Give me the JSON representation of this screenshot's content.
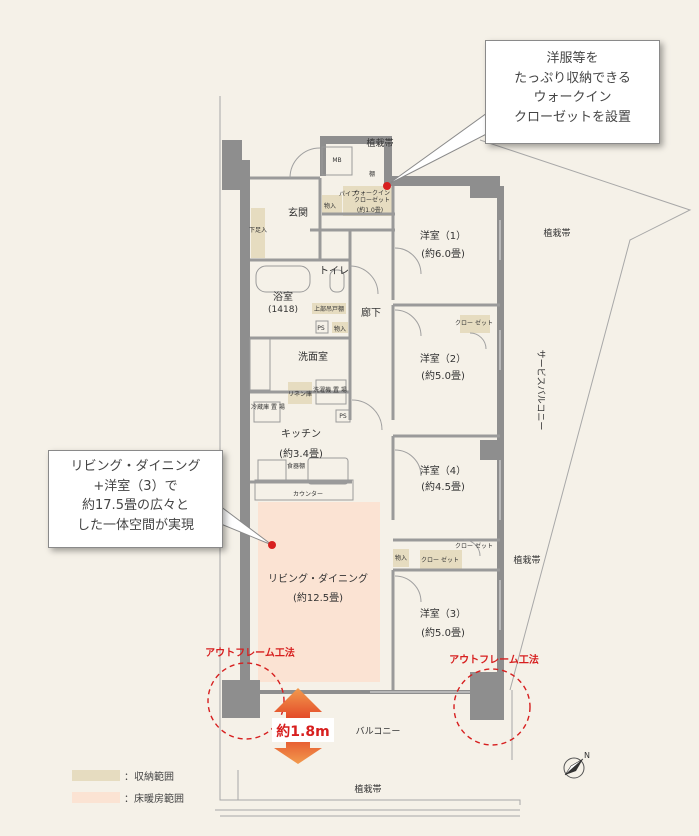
{
  "plan": {
    "rooms": {
      "western1": {
        "name": "洋室（1）",
        "size": "(約6.0畳)"
      },
      "western2": {
        "name": "洋室（2）",
        "size": "(約5.0畳)"
      },
      "western3": {
        "name": "洋室（3）",
        "size": "(約5.0畳)"
      },
      "western4": {
        "name": "洋室（4）",
        "size": "(約4.5畳)"
      },
      "kitchen": {
        "name": "キッチン",
        "size": "(約3.4畳)"
      },
      "living": {
        "name": "リビング・ダイニング",
        "size": "(約12.5畳)"
      },
      "bath": {
        "name": "浴室",
        "size": "(1418)"
      },
      "washroom": {
        "name": "洗面室"
      },
      "toilet": {
        "name": "トイレ"
      },
      "corridor": {
        "name": "廊下"
      },
      "entrance": {
        "name": "玄関"
      }
    },
    "labels": {
      "planting_top": "植栽帯",
      "planting_right": "植栽帯",
      "planting_right2": "植栽帯",
      "planting_bottom": "植栽帯",
      "balcony": "バルコニー",
      "service_balcony": "サービスバルコニー",
      "counter": "カウンター",
      "mb": "MB",
      "shoe": "下足入",
      "storage": "物入",
      "storage2": "物入",
      "storage3": "物入",
      "closet": "クロー\nゼット",
      "walk_in_1": "ウォークイン",
      "walk_in_2": "クローゼット",
      "walk_in_area": "(約1.0畳)",
      "shelf": "棚",
      "pipe": "パイプ",
      "ps": "PS",
      "ps2": "PS",
      "upper_storage": "上部吊戸棚",
      "linen": "リネン庫",
      "washer": "洗濯機\n置 場",
      "fridge": "冷蔵庫\n置 場",
      "food": "食器棚"
    },
    "outframe_left": "アウトフレーム工法",
    "outframe_right": "アウトフレーム工法",
    "dimension": "約1.8m"
  },
  "callouts": {
    "top": [
      "洋服等を",
      "たっぷり収納できる",
      "ウォークイン",
      "クローゼットを設置"
    ],
    "left": [
      "リビング・ダイニング",
      "+洋室（3）で",
      "約17.5畳の広々と",
      "した一体空間が実現"
    ]
  },
  "legend": {
    "storage": "：収納範囲",
    "floor_heating": "：床暖房範囲"
  },
  "colors": {
    "storage": "#e6dcc0",
    "floor_heating": "#fbe3d3",
    "accent_red": "#d71f1f",
    "wall": "#8e8e8e"
  }
}
